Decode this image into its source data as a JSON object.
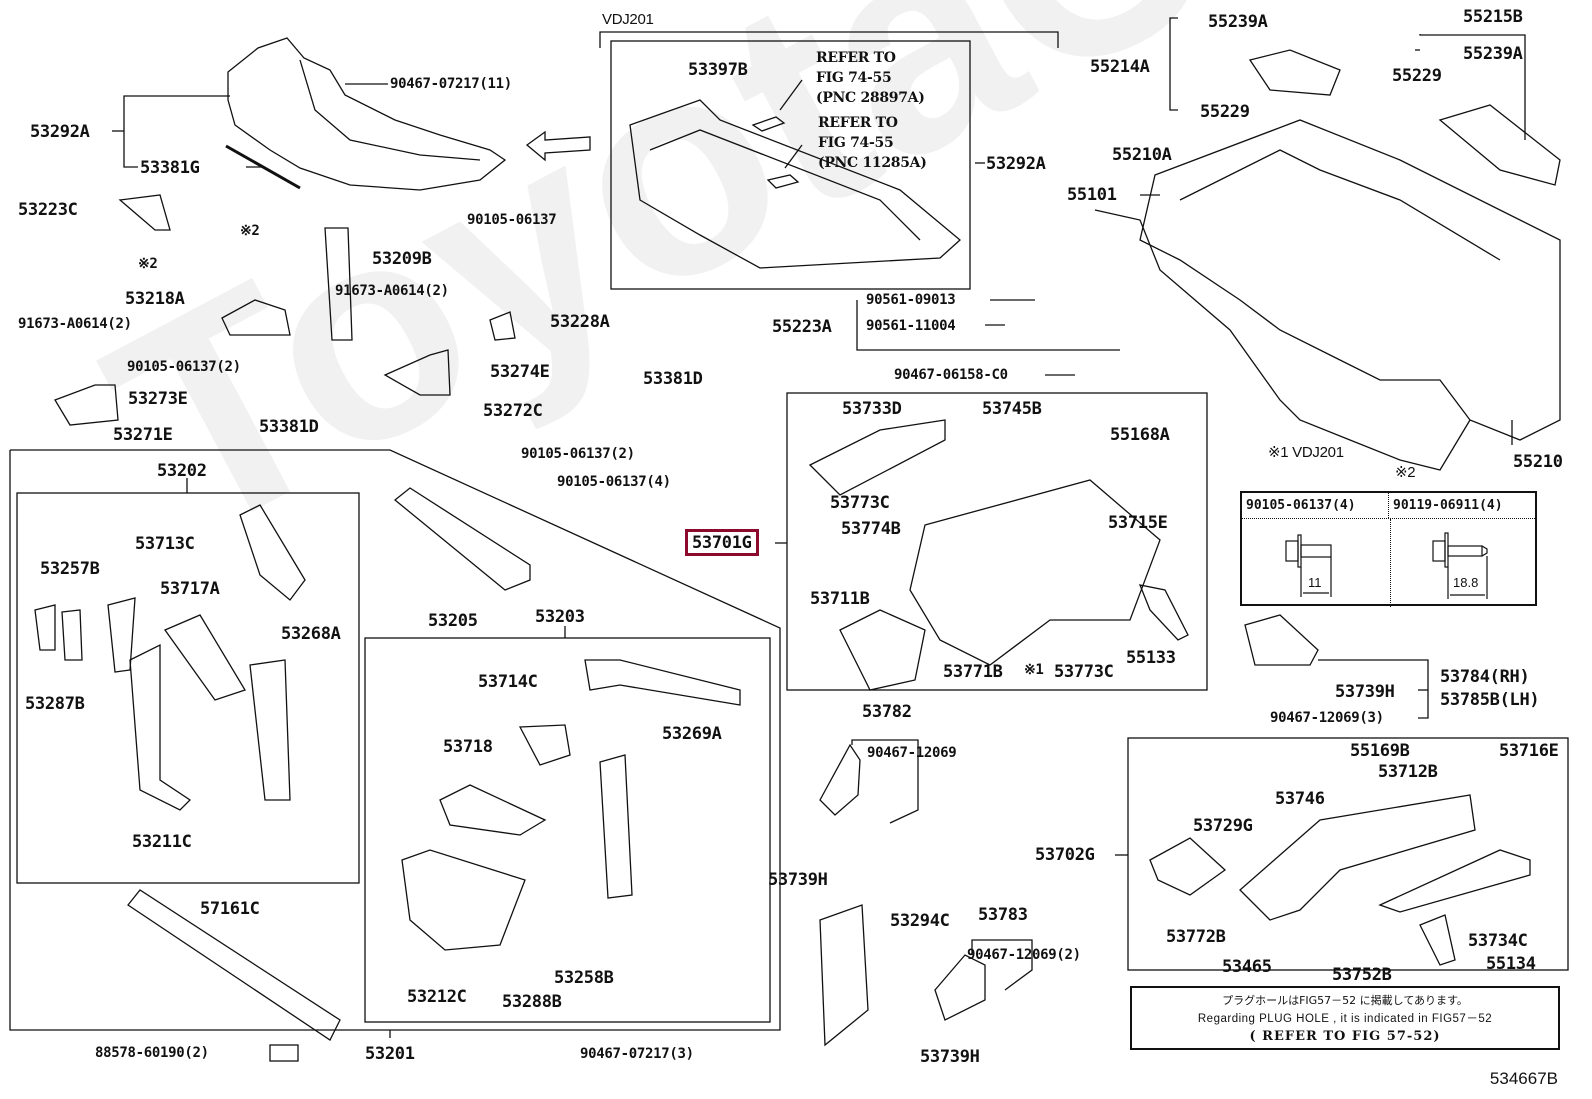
{
  "diagram": {
    "figure_id": "534667B",
    "watermark": "ToyotaCarParts",
    "highlighted_part": "53701G",
    "variant_label_top": "VDJ201",
    "legend_note_1": "※1 VDJ201",
    "legend_note_2": "※2",
    "refer_box_1": [
      "REFER TO",
      "FIG 74-55",
      "(PNC 28897A)"
    ],
    "refer_box_2": [
      "REFER TO",
      "FIG 74-55",
      "(PNC 11285A)"
    ],
    "bolt_table": {
      "col1": {
        "part": "90105-06137(4)",
        "length": "11"
      },
      "col2": {
        "part": "90119-06911(4)",
        "length": "18.8"
      }
    },
    "note": {
      "jp": "プラグホールはFIG57－52 に掲載してあります。",
      "en": "Regarding  PLUG HOLE , it is indicated in FIG57－52",
      "refer": "( REFER TO FIG 57-52)"
    },
    "labels": {
      "p90467_07217_11": "90467-07217(11)",
      "p53292A_l": "53292A",
      "p53381G": "53381G",
      "p53223C": "53223C",
      "p_x2_a": "※2",
      "p_x2_b": "※2",
      "p53209B": "53209B",
      "p90105_06137_top": "90105-06137",
      "p91673_A0614_2_a": "91673-A0614(2)",
      "p53228A": "53228A",
      "p53218A": "53218A",
      "p91673_A0614_2_b": "91673-A0614(2)",
      "p90105_06137_2_a": "90105-06137(2)",
      "p53274E": "53274E",
      "p53273E": "53273E",
      "p53272C": "53272C",
      "p53271E": "53271E",
      "p53381D_a": "53381D",
      "p53381D_b": "53381D",
      "p90105_06137_2_b": "90105-06137(2)",
      "p90105_06137_4": "90105-06137(4)",
      "p53202": "53202",
      "p53713C": "53713C",
      "p53257B": "53257B",
      "p53717A": "53717A",
      "p53268A": "53268A",
      "p53287B": "53287B",
      "p53211C": "53211C",
      "p53205": "53205",
      "p53203": "53203",
      "p53714C": "53714C",
      "p53718": "53718",
      "p53269A": "53269A",
      "p53212C": "53212C",
      "p53288B": "53288B",
      "p53258B": "53258B",
      "p57161C": "57161C",
      "p88578_60190_2": "88578-60190(2)",
      "p53201": "53201",
      "p90467_07217_3": "90467-07217(3)",
      "p53397B": "53397B",
      "p53292A_r": "53292A",
      "p55239A_a": "55239A",
      "p55215B": "55215B",
      "p55214A": "55214A",
      "p55239A_b": "55239A",
      "p55229_a": "55229",
      "p55229_b": "55229",
      "p55210A": "55210A",
      "p55101": "55101",
      "p90561_09013": "90561-09013",
      "p55223A": "55223A",
      "p90561_11004": "90561-11004",
      "p90467_06158_C0": "90467-06158-C0",
      "p53733D": "53733D",
      "p53745B": "53745B",
      "p55168A": "55168A",
      "p53773C_a": "53773C",
      "p53774B": "53774B",
      "p53715E": "53715E",
      "p53701G": "53701G",
      "p53711B": "53711B",
      "p53771B": "53771B",
      "p_x1": "※1",
      "p53773C_b": "53773C",
      "p55133": "55133",
      "p55210": "55210",
      "p53784": "53784(RH)",
      "p53785B": "53785B(LH)",
      "p53739H_a": "53739H",
      "p90467_12069_3": "90467-12069(3)",
      "p53782": "53782",
      "p90467_12069_a": "90467-12069",
      "p53739H_b": "53739H",
      "p53294C": "53294C",
      "p53783": "53783",
      "p90467_12069_2": "90467-12069(2)",
      "p53739H_c": "53739H",
      "p53702G": "53702G",
      "p55169B": "55169B",
      "p53716E": "53716E",
      "p53712B": "53712B",
      "p53746": "53746",
      "p53729G": "53729G",
      "p53772B": "53772B",
      "p53734C": "53734C",
      "p53465": "53465",
      "p53752B": "53752B",
      "p55134": "55134"
    }
  }
}
